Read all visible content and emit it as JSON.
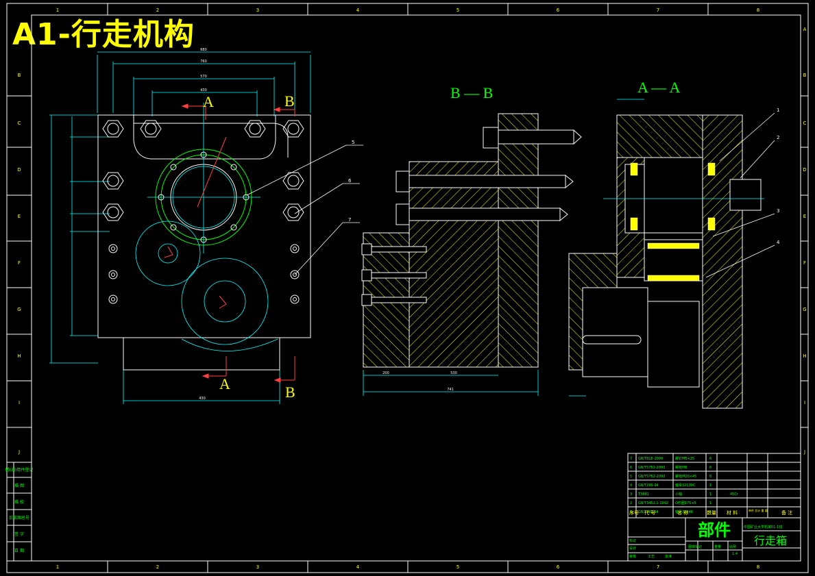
{
  "sheet_title": "A1-行走机构",
  "border": {
    "col_labels": [
      "1",
      "2",
      "3",
      "4",
      "5",
      "6",
      "7",
      "8"
    ],
    "row_labels": [
      "A",
      "B",
      "C",
      "D",
      "E",
      "F",
      "G",
      "H",
      "I",
      "J"
    ]
  },
  "views": {
    "front": {
      "section_marks": [
        "A",
        "B",
        "A",
        "B"
      ],
      "callouts": [
        "5",
        "6",
        "7"
      ]
    },
    "section_bb": {
      "title": "B — B"
    },
    "section_aa": {
      "title": "A — A",
      "callouts": [
        "1",
        "2",
        "3",
        "4"
      ]
    }
  },
  "left_strip": [
    "借(通)用件登记",
    "描 图",
    "描 校",
    "旧底图总号",
    "签 字",
    "日 期"
  ],
  "bom": {
    "rows": [
      {
        "no": "7",
        "code": "GB/T818-2000",
        "name": "螺钉M5×25",
        "qty": "6",
        "material": "",
        "note": ""
      },
      {
        "no": "6",
        "code": "GB/T5782-2000",
        "name": "螺栓M8",
        "qty": "6",
        "material": "",
        "note": ""
      },
      {
        "no": "5",
        "code": "GB/T5782-2000",
        "name": "螺栓M20×45",
        "qty": "8",
        "material": "",
        "note": ""
      },
      {
        "no": "4",
        "code": "GB/T299-94",
        "name": "轴承32130C",
        "qty": "1",
        "material": "",
        "note": ""
      },
      {
        "no": "3",
        "code": "T3881",
        "name": "小轴",
        "qty": "1",
        "material": "45Cr",
        "note": ""
      },
      {
        "no": "2",
        "code": "GB/T3452.1-1992",
        "name": "O形圈170×5",
        "qty": "1",
        "material": "",
        "note": ""
      },
      {
        "no": "1",
        "code": "GB/T283-94",
        "name": "轴承32248",
        "qty": "1",
        "material": "",
        "note": ""
      }
    ],
    "header": [
      "序号",
      "代 号",
      "名 称",
      "数量",
      "材 料",
      "单件 总计 重 量",
      "备 注"
    ]
  },
  "title_block": {
    "big_label": "部件",
    "project": "中国矿业大学机械01-1班",
    "drawing_name": "行走箱",
    "scale": "1:4",
    "rows": [
      "标记",
      "设计",
      "审核",
      "工艺",
      "批准"
    ],
    "cols": [
      "图样标记",
      "重量",
      "比例"
    ]
  }
}
